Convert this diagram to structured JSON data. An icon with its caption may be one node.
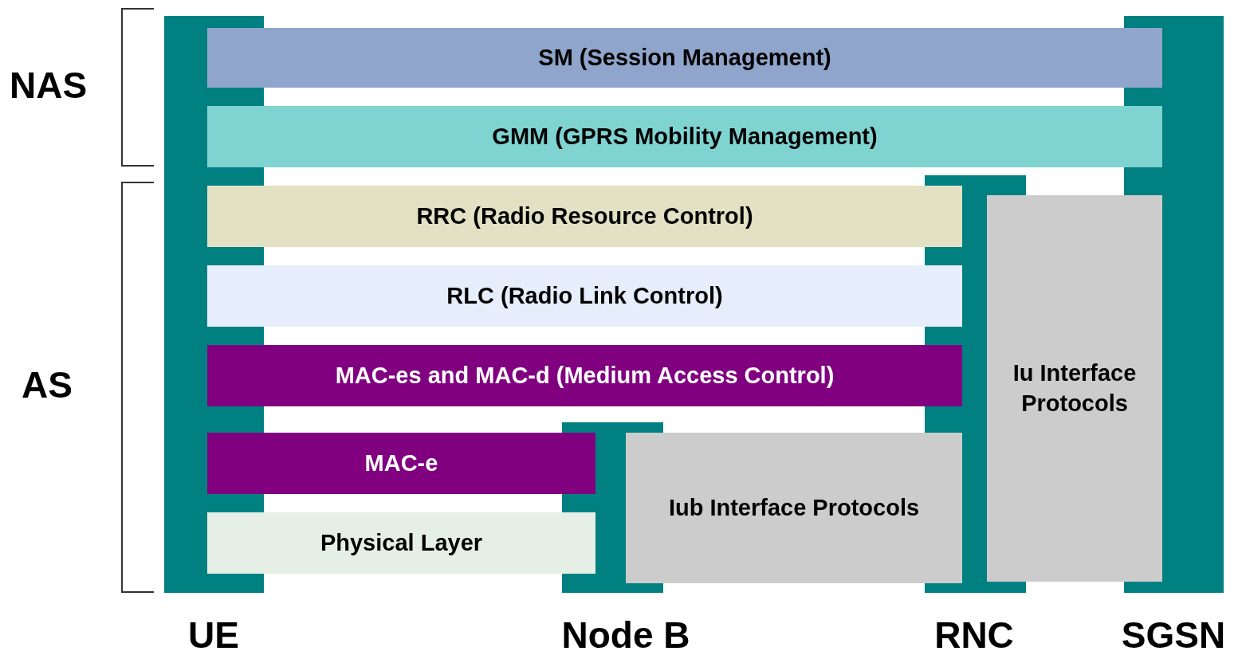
{
  "diagram": {
    "nodes": [
      {
        "text": [
          "SM (Session Management)"
        ]
      },
      {
        "text": [
          "GMM (GPRS Mobility Management)"
        ]
      },
      {
        "text": [
          "RRC (Radio Resource Control)"
        ]
      },
      {
        "text": [
          "RLC (Radio Link Control)"
        ]
      },
      {
        "text": [
          "MAC-es and MAC-d (Medium Access Control)"
        ]
      },
      {
        "text": [
          "Iu Interface Protocols"
        ]
      },
      {
        "text": [
          "MAC-e"
        ]
      },
      {
        "text": [
          "Iub Interface Protocols"
        ]
      },
      {
        "text": [
          "Physical Layer"
        ]
      },
      {
        "text": [
          "UE"
        ]
      },
      {
        "text": [
          "Node B"
        ]
      },
      {
        "text": [
          "RNC"
        ]
      },
      {
        "text": [
          "SGSN"
        ]
      }
    ],
    "edges": [],
    "labels": [
      "NAS",
      "AS"
    ]
  }
}
